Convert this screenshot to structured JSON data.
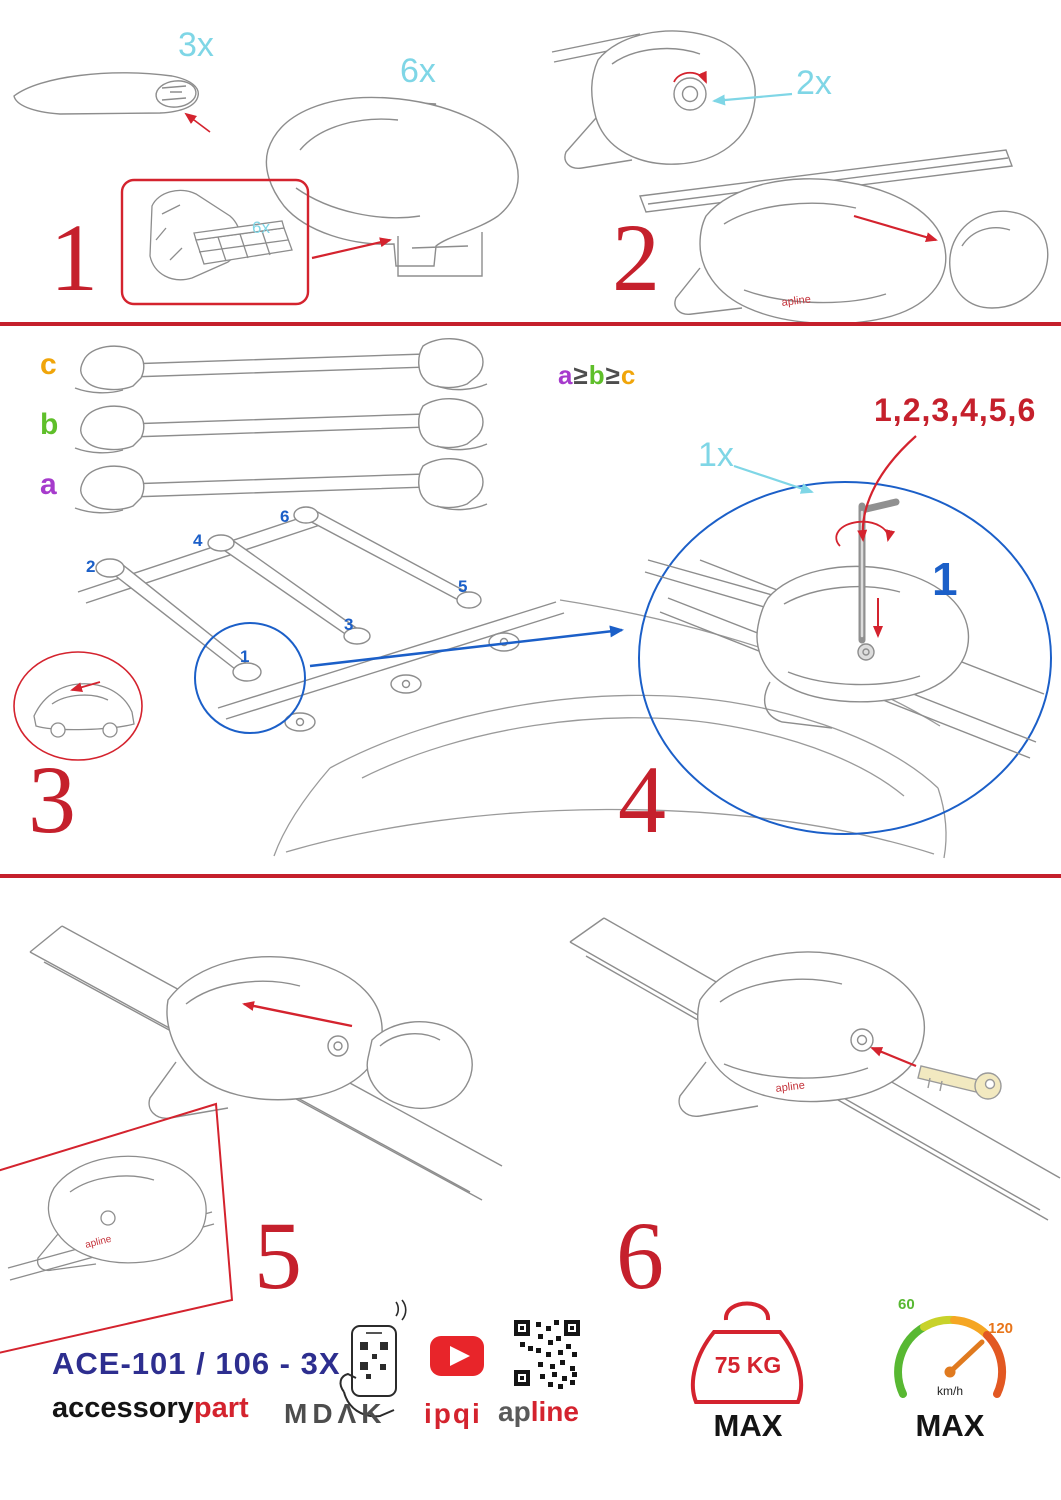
{
  "colors": {
    "accent_red": "#c5202c",
    "accent_cyan": "#7fd6e6",
    "accent_blue": "#1b5fc8",
    "navy": "#2d2e8f",
    "purple": "#a63bcc",
    "green": "#5fbf2a",
    "orange": "#f0a50a"
  },
  "icons": {
    "phone_scan": "phone-with-qr-scan",
    "youtube": "play-button",
    "qr": "qr-code",
    "weight": "kettlebell-weight-limit",
    "speed": "speedometer-limit"
  },
  "step1": {
    "number": "1",
    "bar_qty": "3x",
    "foot_qty": "6x",
    "pad_qty": "6x"
  },
  "step2": {
    "number": "2",
    "knob_qty": "2x"
  },
  "step3": {
    "number": "3",
    "bar_labels": [
      "c",
      "b",
      "a"
    ],
    "roof_positions": [
      "1",
      "2",
      "3",
      "4",
      "5",
      "6"
    ]
  },
  "step4": {
    "number": "4",
    "tool_qty": "1x",
    "sequence": "1,2,3,4,5,6",
    "first": "1",
    "rule": {
      "a": "a",
      "gte1": "≥",
      "b": "b",
      "gte2": "≥",
      "c": "c"
    }
  },
  "step5": {
    "number": "5"
  },
  "step6": {
    "number": "6"
  },
  "branding": {
    "model": "ACE-101 / 106 - 3X",
    "accessory": "accessory",
    "part": "part",
    "mdak": "MDΛK",
    "ipqi": "ipqi",
    "apline_ap": "ap",
    "apline_line": "line",
    "sticker": "apline"
  },
  "limits": {
    "weight": "75 KG",
    "weight_max": "MAX",
    "speed_low": "60",
    "speed_high": "120",
    "speed_unit": "km/h",
    "speed_max": "MAX"
  }
}
